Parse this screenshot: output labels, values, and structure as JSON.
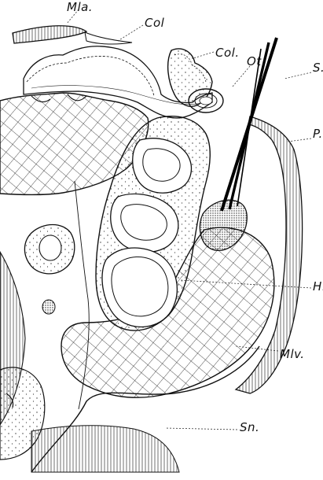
{
  "labels": {
    "mla": "Mla.",
    "col_upper": "Col",
    "col_lower": "Col.",
    "ot": "Ot.",
    "s": "S.",
    "p": "P.",
    "h": "H.",
    "mlv": "Mlv.",
    "sn": "Sn."
  },
  "colors": {
    "ink": "#111111",
    "paper": "#ffffff"
  }
}
